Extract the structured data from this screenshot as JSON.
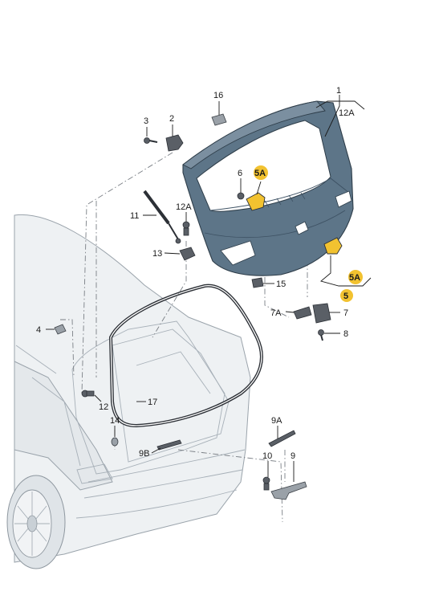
{
  "callouts": {
    "c1": "1",
    "c12A_top": "12A",
    "c16": "16",
    "c3": "3",
    "c2": "2",
    "c6": "6",
    "c5A_top": "5A",
    "c11": "11",
    "c12A_mid": "12A",
    "c13": "13",
    "c15": "15",
    "c5A_right": "5A",
    "c5": "5",
    "c7A": "7A",
    "c7": "7",
    "c8": "8",
    "c4": "4",
    "c17": "17",
    "c12": "12",
    "c14": "14",
    "c9A": "9A",
    "c9B": "9B",
    "c10": "10",
    "c9": "9"
  },
  "colors": {
    "tailgate": "#5d7588",
    "tailgate_dark": "#3e5264",
    "highlight": "#f2c230",
    "car_body": "#eef1f3",
    "glass": "#ffffff"
  }
}
